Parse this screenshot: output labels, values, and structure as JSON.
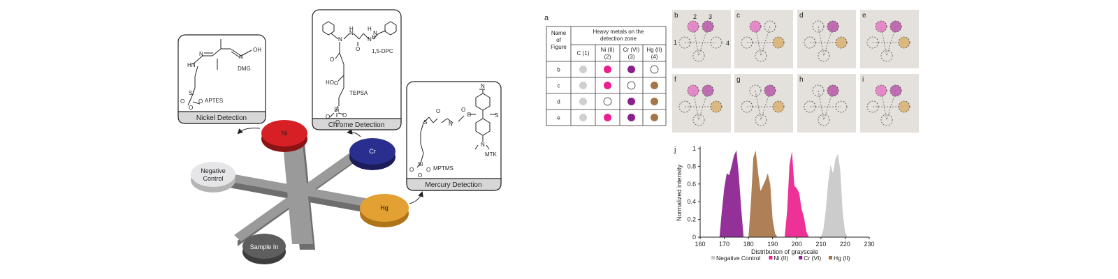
{
  "diagram": {
    "zones": {
      "negative": "Negative\nControl",
      "ni": "Ni",
      "cr": "Cr",
      "hg": "Hg",
      "sample": "Sample In"
    },
    "cards": {
      "nickel": {
        "caption": "Nickel Detection",
        "labels": [
          "HN",
          "N",
          "N",
          "OH",
          "DMG",
          "Si",
          "O",
          "O",
          "O",
          "APTES"
        ]
      },
      "chrome": {
        "caption": "Chrome Detection",
        "labels": [
          "N",
          "N",
          "H",
          "H",
          "N",
          "N",
          "H",
          "O",
          "1,5-DPC",
          "O",
          "HO",
          "O",
          "TEPSA",
          "Si",
          "O",
          "O",
          "O"
        ]
      },
      "mercury": {
        "caption": "Mercury Detection",
        "labels": [
          "N",
          "O",
          "N",
          "O",
          "O",
          "S",
          "S",
          "N",
          "MTK",
          "Si",
          "O",
          "O",
          "O",
          "MPTMS"
        ]
      }
    }
  },
  "table": {
    "panel_label": "a",
    "header_col1": [
      "Name",
      "of",
      "Figure"
    ],
    "group_header": [
      "Heavy metals on the",
      "detection zone"
    ],
    "columns": [
      {
        "lines": [
          "C (1)"
        ]
      },
      {
        "lines": [
          "Ni (II)",
          "(2)"
        ]
      },
      {
        "lines": [
          "Cr (VI)",
          "(3)"
        ]
      },
      {
        "lines": [
          "Hg (II)",
          "(4)"
        ]
      }
    ],
    "rows": [
      {
        "name": "b",
        "cells": [
          "grey",
          "magenta",
          "purple",
          "empty"
        ]
      },
      {
        "name": "c",
        "cells": [
          "grey",
          "magenta",
          "empty",
          "brown"
        ]
      },
      {
        "name": "d",
        "cells": [
          "grey",
          "empty",
          "purple",
          "brown"
        ]
      },
      {
        "name": "e",
        "cells": [
          "grey",
          "magenta",
          "purple",
          "brown"
        ]
      }
    ],
    "dot_colors": {
      "grey": "#cfcfcf",
      "magenta": "#ec1f8e",
      "purple": "#8a1f8f",
      "brown": "#a8754a"
    }
  },
  "photos": {
    "panels": [
      {
        "label": "b",
        "spots": [
          "none",
          "magenta",
          "purple",
          "none"
        ]
      },
      {
        "label": "c",
        "spots": [
          "none",
          "magenta",
          "none",
          "brown"
        ]
      },
      {
        "label": "d",
        "spots": [
          "none",
          "none",
          "purple",
          "brown"
        ]
      },
      {
        "label": "e",
        "spots": [
          "none",
          "magenta",
          "purple",
          "brown"
        ]
      },
      {
        "label": "f",
        "spots": [
          "none",
          "magenta",
          "purple",
          "brown"
        ]
      },
      {
        "label": "g",
        "spots": [
          "none",
          "none",
          "purple",
          "brown"
        ]
      },
      {
        "label": "h",
        "spots": [
          "none",
          "none",
          "purple",
          "none"
        ]
      },
      {
        "label": "i",
        "spots": [
          "none",
          "magenta",
          "purple",
          "brown"
        ]
      }
    ],
    "spot_numbers": [
      "1",
      "2",
      "3",
      "4"
    ],
    "spot_colors": {
      "magenta": "#e47ac4",
      "purple": "#b858a8",
      "brown": "#d8b070"
    }
  },
  "chart_data": {
    "type": "area",
    "panel_label": "j",
    "xlabel": "Distribution of grayscale",
    "ylabel": "Normalized intensity",
    "xlim": [
      160,
      230
    ],
    "ylim": [
      0,
      1
    ],
    "xticks": [
      160,
      170,
      180,
      190,
      200,
      210,
      220,
      230
    ],
    "yticks": [
      0,
      0.2,
      0.4,
      0.6,
      0.8,
      1
    ],
    "series": [
      {
        "name": "Negative Control",
        "color": "#c8c8c8",
        "x": [
          210,
          211,
          212,
          213,
          214,
          215,
          216,
          217,
          218,
          219,
          220,
          221
        ],
        "y": [
          0,
          0.08,
          0.3,
          0.62,
          0.82,
          0.72,
          0.88,
          0.94,
          0.76,
          0.28,
          0.06,
          0
        ]
      },
      {
        "name": "Ni (II)",
        "color": "#ec1f8e",
        "x": [
          195,
          196,
          197,
          198,
          199,
          200,
          201,
          202,
          203,
          204,
          205
        ],
        "y": [
          0,
          0.3,
          0.82,
          0.97,
          0.58,
          0.55,
          0.5,
          0.32,
          0.22,
          0.06,
          0
        ]
      },
      {
        "name": "Cr (VI)",
        "color": "#8a1f8f",
        "x": [
          168,
          169,
          170,
          171,
          172,
          173,
          174,
          175,
          176,
          177,
          178
        ],
        "y": [
          0,
          0.3,
          0.56,
          0.72,
          0.7,
          0.8,
          0.92,
          0.98,
          0.7,
          0.32,
          0
        ]
      },
      {
        "name": "Hg (II)",
        "color": "#a8754a",
        "x": [
          180,
          181,
          182,
          183,
          184,
          185,
          186,
          187,
          188,
          189,
          190,
          191,
          192
        ],
        "y": [
          0,
          0.38,
          0.9,
          0.98,
          0.72,
          0.52,
          0.58,
          0.64,
          0.72,
          0.6,
          0.2,
          0.04,
          0
        ]
      }
    ]
  }
}
